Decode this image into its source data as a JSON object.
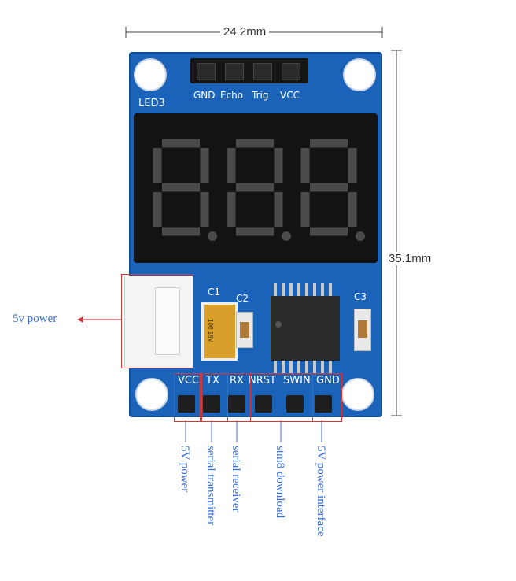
{
  "dimensions": {
    "width_label": "24.2mm",
    "height_label": "35.1mm"
  },
  "board": {
    "header_pins": [
      "GND",
      "Echo",
      "Trig",
      "VCC"
    ],
    "display_label": "LED3",
    "components": [
      "C1",
      "C2",
      "C3"
    ],
    "bottom_pins": [
      "VCC",
      "TX",
      "RX",
      "NRST",
      "SWIN",
      "GND"
    ],
    "cap_marking": "106 16V"
  },
  "annotations": {
    "power_connector": "5v power",
    "vcc": "5V power",
    "tx": "serial transmitter",
    "rx": "serial receiver",
    "swd": "stm8 download",
    "gnd": "5V power interface"
  },
  "colors": {
    "pcb": "#1a63b8",
    "annotation": "#3a6fd8",
    "highlight": "#d23b3b"
  }
}
